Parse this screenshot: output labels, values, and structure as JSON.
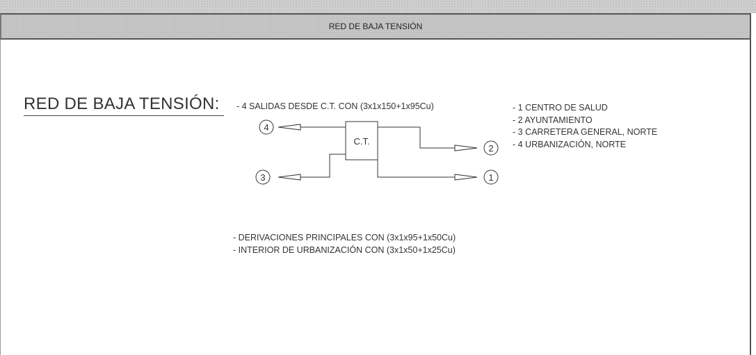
{
  "header": {
    "title": "RED DE BAJA TENSIÓN"
  },
  "section": {
    "label": "RED DE BAJA TENSIÓN:",
    "salidas": "- 4 SALIDAS DESDE C.T. CON (3x1x150+1x95Cu)"
  },
  "diagram": {
    "ct_label": "C.T.",
    "outputs": [
      {
        "number": "4"
      },
      {
        "number": "3"
      },
      {
        "number": "2"
      },
      {
        "number": "1"
      }
    ]
  },
  "legend": [
    "- 1 CENTRO DE SALUD",
    "- 2 AYUNTAMIENTO",
    "- 3 CARRETERA GENERAL, NORTE",
    "- 4 URBANIZACIÓN, NORTE"
  ],
  "notes": [
    "-  DERIVACIONES PRINCIPALES CON (3x1x95+1x50Cu)",
    "-  INTERIOR DE URBANIZACIÓN CON (3x1x50+1x25Cu)"
  ]
}
